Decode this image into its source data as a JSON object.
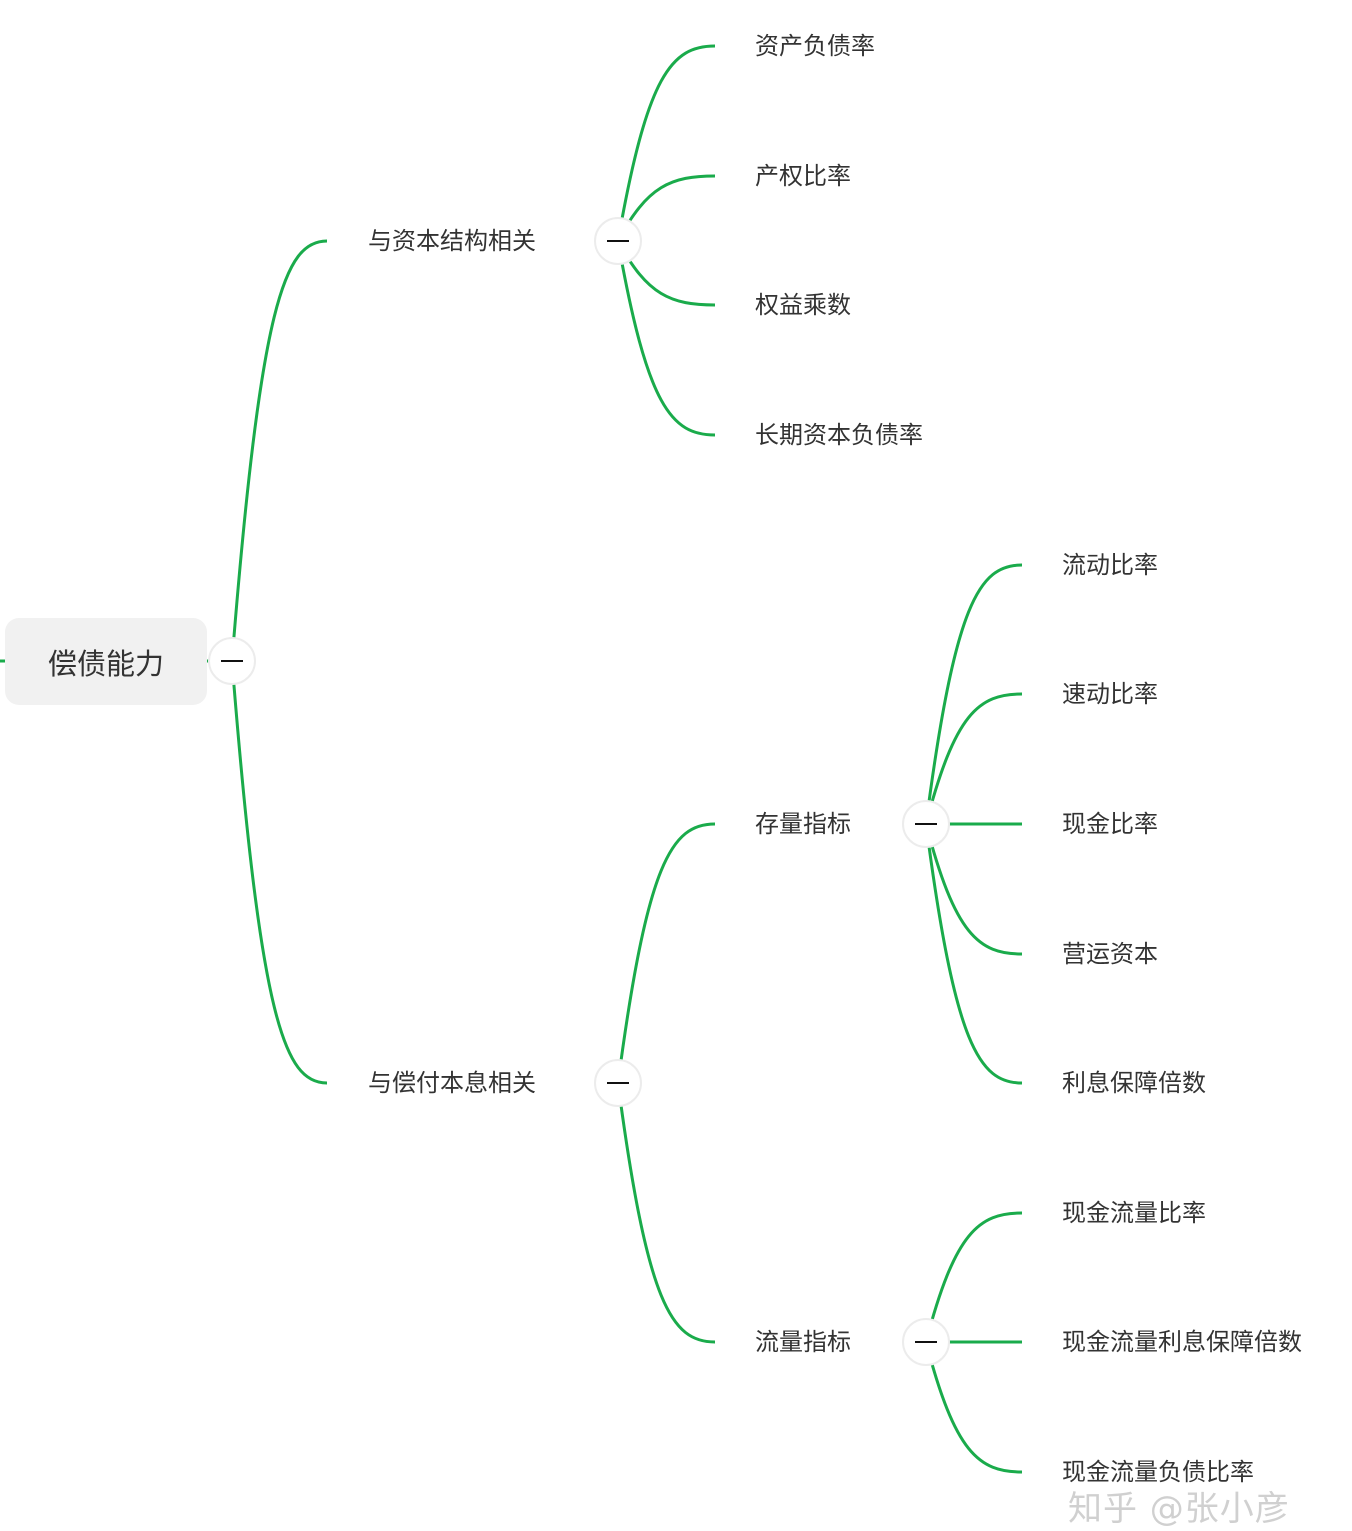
{
  "line_color": "#1aab4b",
  "root": {
    "label": "偿债能力",
    "children": [
      {
        "label": "与资本结构相关",
        "children": [
          {
            "label": "资产负债率"
          },
          {
            "label": "产权比率"
          },
          {
            "label": "权益乘数"
          },
          {
            "label": "长期资本负债率"
          }
        ]
      },
      {
        "label": "与偿付本息相关",
        "children": [
          {
            "label": "存量指标",
            "children": [
              {
                "label": "流动比率"
              },
              {
                "label": "速动比率"
              },
              {
                "label": "现金比率"
              },
              {
                "label": "营运资本"
              },
              {
                "label": "利息保障倍数"
              }
            ]
          },
          {
            "label": "流量指标",
            "children": [
              {
                "label": "现金流量比率"
              },
              {
                "label": "现金流量利息保障倍数"
              },
              {
                "label": "现金流量负债比率"
              }
            ]
          }
        ]
      }
    ]
  },
  "watermark": "知乎 @张小彦"
}
